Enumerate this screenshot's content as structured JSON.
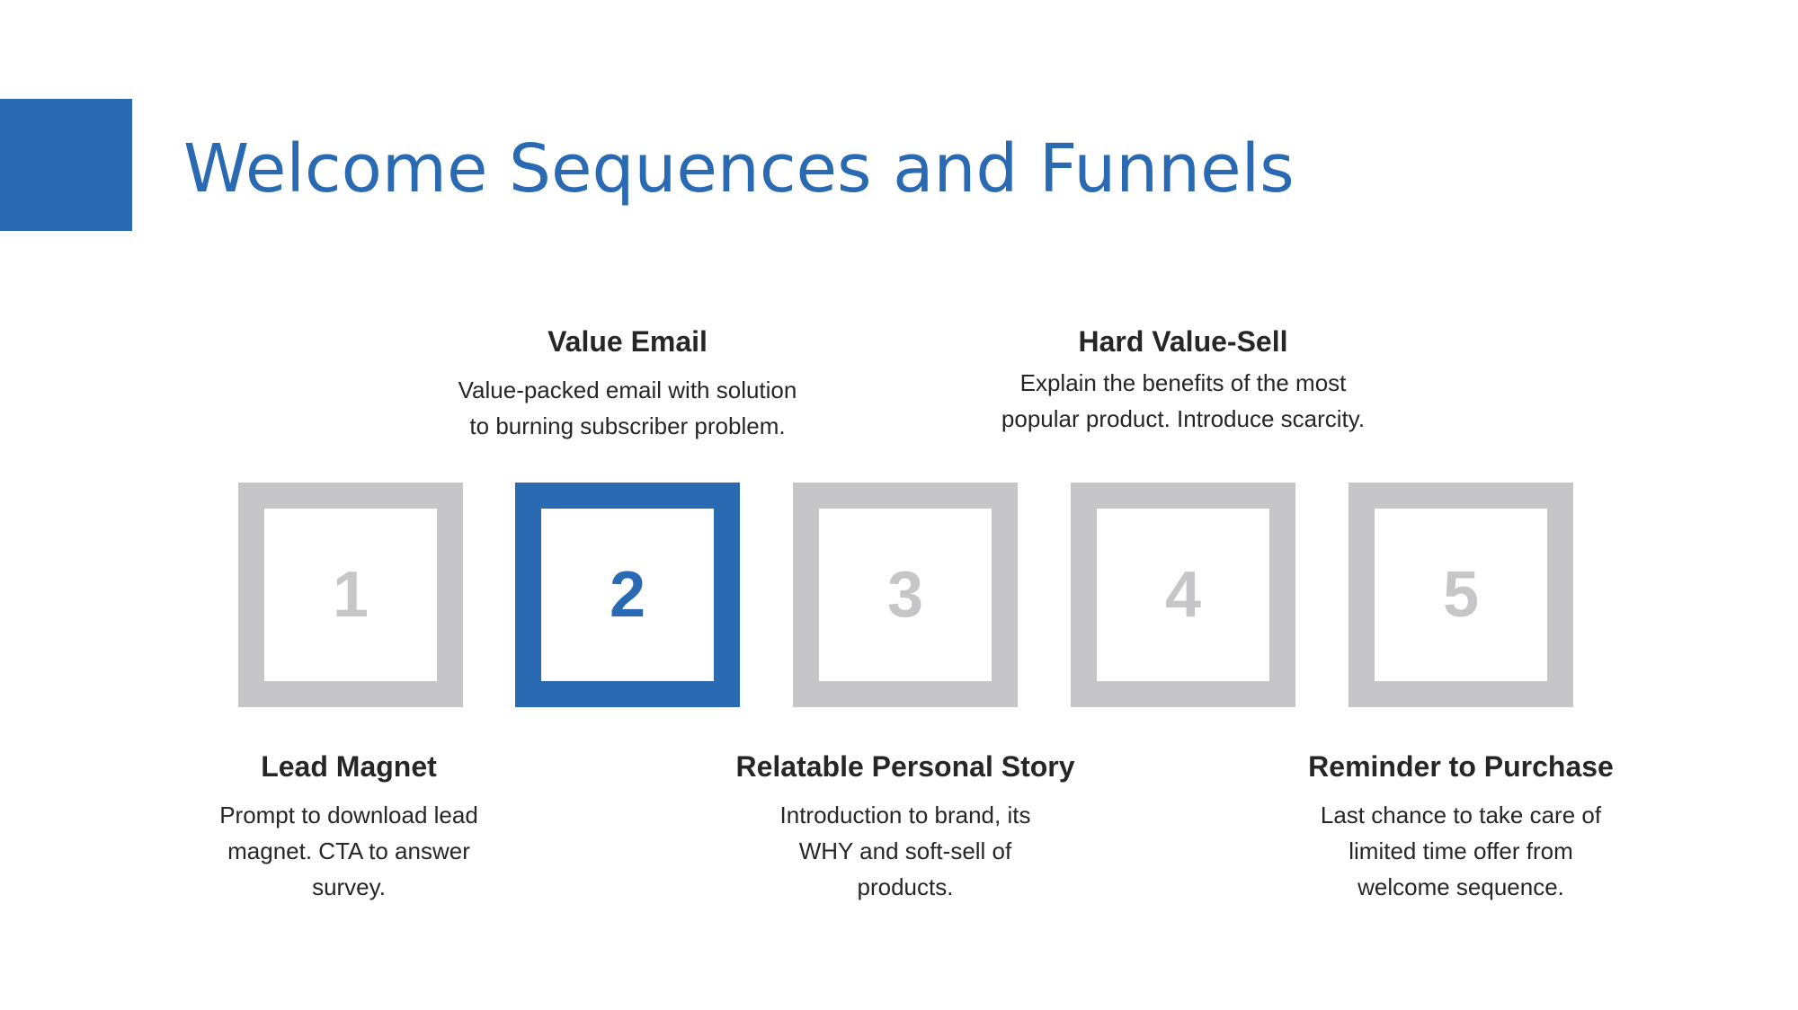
{
  "slide": {
    "title": "Welcome Sequences and Funnels",
    "accent_color": "#2a6ab2",
    "inactive_color": "#c6c6c8"
  },
  "steps": [
    {
      "number": "1",
      "active": false,
      "label_position": "below",
      "title": "Lead Magnet",
      "desc_lines": [
        "Prompt to download lead",
        "magnet. CTA to answer",
        "survey."
      ]
    },
    {
      "number": "2",
      "active": true,
      "label_position": "above",
      "title": "Value Email",
      "desc_lines": [
        "Value-packed email with solution",
        "to burning subscriber problem."
      ]
    },
    {
      "number": "3",
      "active": false,
      "label_position": "below",
      "title": "Relatable Personal Story",
      "desc_lines": [
        "Introduction to brand, its",
        "WHY and soft-sell of",
        "products."
      ]
    },
    {
      "number": "4",
      "active": false,
      "label_position": "above",
      "title": "Hard Value-Sell",
      "desc_lines": [
        "Explain the benefits of the most",
        "popular product. Introduce scarcity."
      ]
    },
    {
      "number": "5",
      "active": false,
      "label_position": "below",
      "title": "Reminder to Purchase",
      "desc_lines": [
        "Last chance to take care of",
        "limited time offer from",
        "welcome sequence."
      ]
    }
  ]
}
